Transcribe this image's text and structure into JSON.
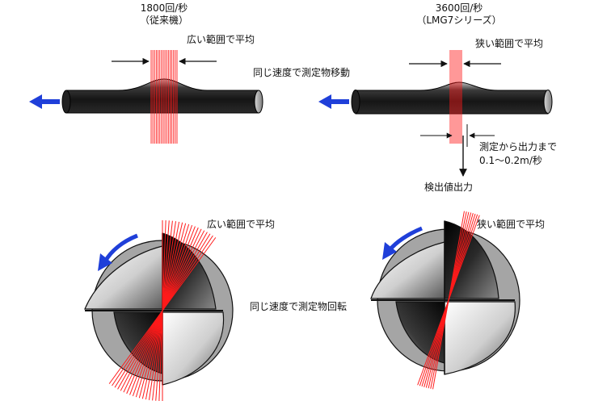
{
  "left_panel": {
    "rate": "1800回/秒",
    "model": "（従来機）",
    "average_label_top": "広い範囲で平均",
    "average_label_bottom": "広い範囲で平均"
  },
  "right_panel": {
    "rate": "3600回/秒",
    "model": "（LMG7シリーズ）",
    "average_label_top": "狭い範囲で平均",
    "average_label_bottom": "狭い範囲で平均",
    "latency_line1": "測定から出力まで",
    "latency_line2": "0.1〜0.2m/秒",
    "output_label": "検出値出力"
  },
  "shared": {
    "linear_motion": "同じ速度で測定物移動",
    "rotation_motion": "同じ速度で測定物回転"
  },
  "colors": {
    "laser": "#ff1a1a",
    "arrow_blue": "#1f3fd9",
    "object_dark": "#1c1c1c",
    "object_gray": "#9a9a9a"
  }
}
